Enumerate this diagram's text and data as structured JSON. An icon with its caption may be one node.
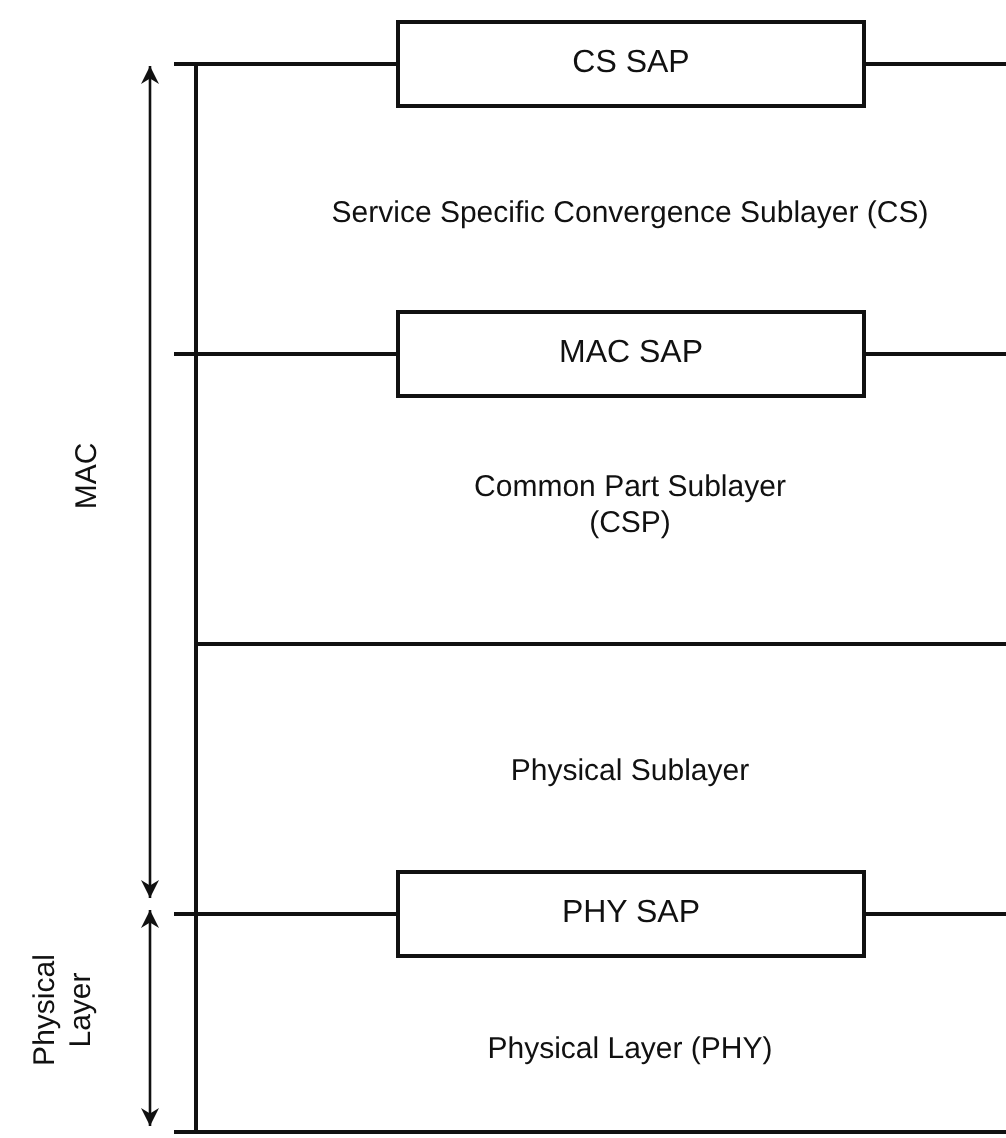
{
  "diagram": {
    "nodes": [
      {
        "text": [
          "CS SAP"
        ]
      },
      {
        "text": [
          "MAC SAP"
        ]
      },
      {
        "text": [
          "PHY SAP"
        ]
      }
    ],
    "labels": [
      "Service Specific Convergence Sublayer (CS)",
      "Common Part Sublayer (CSP)",
      "Physical Sublayer",
      "Physical Layer (PHY)",
      "MAC",
      "Physical Layer"
    ]
  }
}
